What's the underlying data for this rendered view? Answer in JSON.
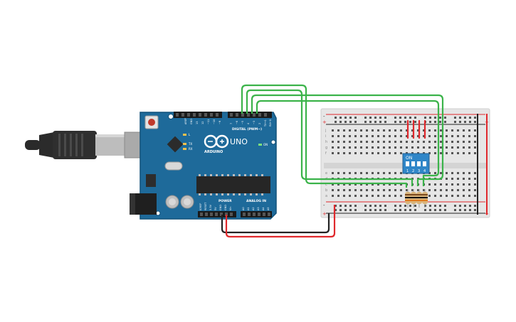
{
  "arduino": {
    "brand": "ARDUINO",
    "model": "UNO",
    "digital_header_label": "DIGITAL (PWM~)",
    "power_header_label": "POWER",
    "analog_header_label": "ANALOG IN",
    "on_led_label": "ON",
    "tx_label": "TX",
    "rx_label": "RX",
    "l_label": "L"
  },
  "dip_switch": {
    "on_label": "ON",
    "positions": [
      "1",
      "2",
      "3",
      "4"
    ]
  },
  "breadboard": {
    "rail_plus_label": "+",
    "rail_minus_label": "-",
    "row_letters_top": [
      "j",
      "i",
      "h",
      "g",
      "f"
    ],
    "row_letters_bottom": [
      "e",
      "d",
      "c",
      "b",
      "a"
    ]
  },
  "colors": {
    "board_blue": "#1e6a9a",
    "board_edge": "#12527a",
    "wire_green": "#3bb34a",
    "wire_red": "#e0282c",
    "wire_black": "#222222",
    "breadboard_bg": "#e6e6e6",
    "dip_blue": "#2f86c8",
    "resistor_body": "#d9b47a"
  }
}
